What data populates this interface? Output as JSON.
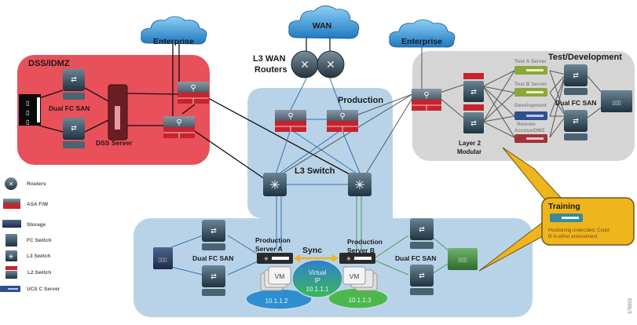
{
  "zones": {
    "dss": "DSS/IDMZ",
    "production": "Production",
    "test_dev": "Test/Development",
    "training": "Training"
  },
  "clouds": {
    "enterprise_left": "Enterprise",
    "wan": "WAN",
    "enterprise_right": "Enterprise"
  },
  "labels": {
    "l3_wan_routers_1": "L3 WAN",
    "l3_wan_routers_2": "Routers",
    "l3_switch": "L3 Switch",
    "dss_dual_fc_san": "Dual FC SAN",
    "dss_server": "DSS Server",
    "prod_dual_fc_san_left": "Dual FC SAN",
    "prod_dual_fc_san_right": "Dual FC SAN",
    "prod_server_a_1": "Production",
    "prod_server_a_2": "Server A",
    "prod_server_b_1": "Production",
    "prod_server_b_2": "Server B",
    "sync": "Sync",
    "vm_a": "VM",
    "vm_b": "VM",
    "virtual_ip_1": "Virtual",
    "virtual_ip_2": "IP",
    "virtual_ip_addr": "10.1.1.1",
    "ip_a": "10.1.1.2",
    "ip_b": "10.1.1.3",
    "layer2_1": "Layer 2",
    "layer2_2": "Modular",
    "test_a_server": "Test A Server",
    "test_b_server": "Test B Server",
    "development": "Development",
    "remote_access_1": "Remote",
    "remote_access_2": "Access/DMZ",
    "test_dual_fc_san": "Dual FC SAN",
    "training_note_1": "Positioning undecided. Could",
    "training_note_2": "fit in either environment",
    "figure_id": "376503"
  },
  "legend": [
    {
      "icon": "router-icon",
      "label": "Routers"
    },
    {
      "icon": "asa-firewall-icon",
      "label": "ASA F/W"
    },
    {
      "icon": "storage-icon",
      "label": "Storage"
    },
    {
      "icon": "fc-switch-icon",
      "label": "FC Switch"
    },
    {
      "icon": "l3-switch-icon",
      "label": "L3 Switch"
    },
    {
      "icon": "l2-switch-icon",
      "label": "L2 Switch"
    },
    {
      "icon": "ucs-c-server-icon",
      "label": "UCS C Server"
    }
  ],
  "colors": {
    "dss_zone": "#e8505a",
    "production_zone": "#b8d3e8",
    "test_zone": "#d3d3d3",
    "training_callout": "#f0b41c",
    "cloud": "#3a9ad6",
    "firewall_red": "#c8232d",
    "device_dark": "#2e4250",
    "sync_arrow": "#f0b41c",
    "ip_blue": "#2d8fd0",
    "ip_green": "#4cb84c"
  }
}
